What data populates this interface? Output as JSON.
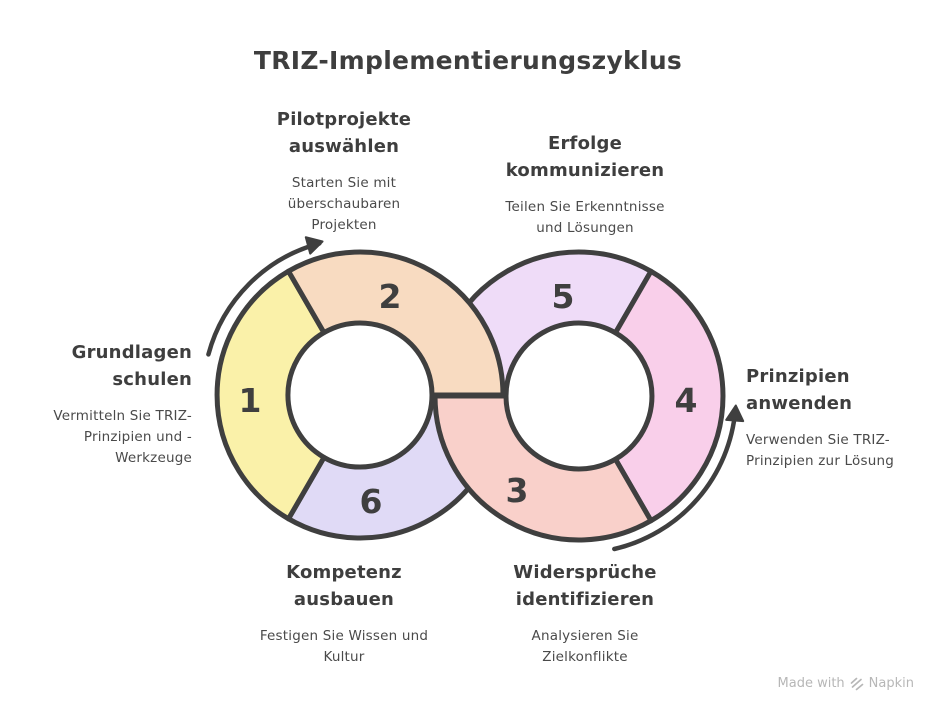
{
  "title": "TRIZ-Implementierungszyklus",
  "colors": {
    "outline": "#3F3F3F",
    "heading_text": "#3E3E3E",
    "body_text": "#4A4A4A",
    "watermark_text": "#B7B7B7",
    "step1_yellow": "#FAF1A9",
    "step2_peach": "#F8DBC1",
    "step3_salmon": "#F9D0CA",
    "step4_pink": "#F9CFEA",
    "step5_lilac": "#EFDCF8",
    "step6_lavender": "#E0DAF6"
  },
  "steps": [
    {
      "num": "1",
      "heading": "Grundlagen\nschulen",
      "desc": "Vermitteln Sie TRIZ-\nPrinzipien und -\nWerkzeuge",
      "color": "#FAF1A9"
    },
    {
      "num": "2",
      "heading": "Pilotprojekte\nauswählen",
      "desc": "Starten Sie mit\nüberschaubaren\nProjekten",
      "color": "#F8DBC1"
    },
    {
      "num": "3",
      "heading": "Widersprüche\nidentifizieren",
      "desc": "Analysieren Sie\nZielkonflikte",
      "color": "#F9D0CA"
    },
    {
      "num": "4",
      "heading": "Prinzipien\nanwenden",
      "desc": "Verwenden Sie TRIZ-\nPrinzipien zur Lösung",
      "color": "#F9CFEA"
    },
    {
      "num": "5",
      "heading": "Erfolge\nkommunizieren",
      "desc": "Teilen Sie Erkenntnisse\nund Lösungen",
      "color": "#EFDCF8"
    },
    {
      "num": "6",
      "heading": "Kompetenz\nausbauen",
      "desc": "Festigen Sie Wissen und\nKultur",
      "color": "#E0DAF6"
    }
  ],
  "watermark": {
    "prefix": "Made with",
    "brand": "Napkin"
  }
}
